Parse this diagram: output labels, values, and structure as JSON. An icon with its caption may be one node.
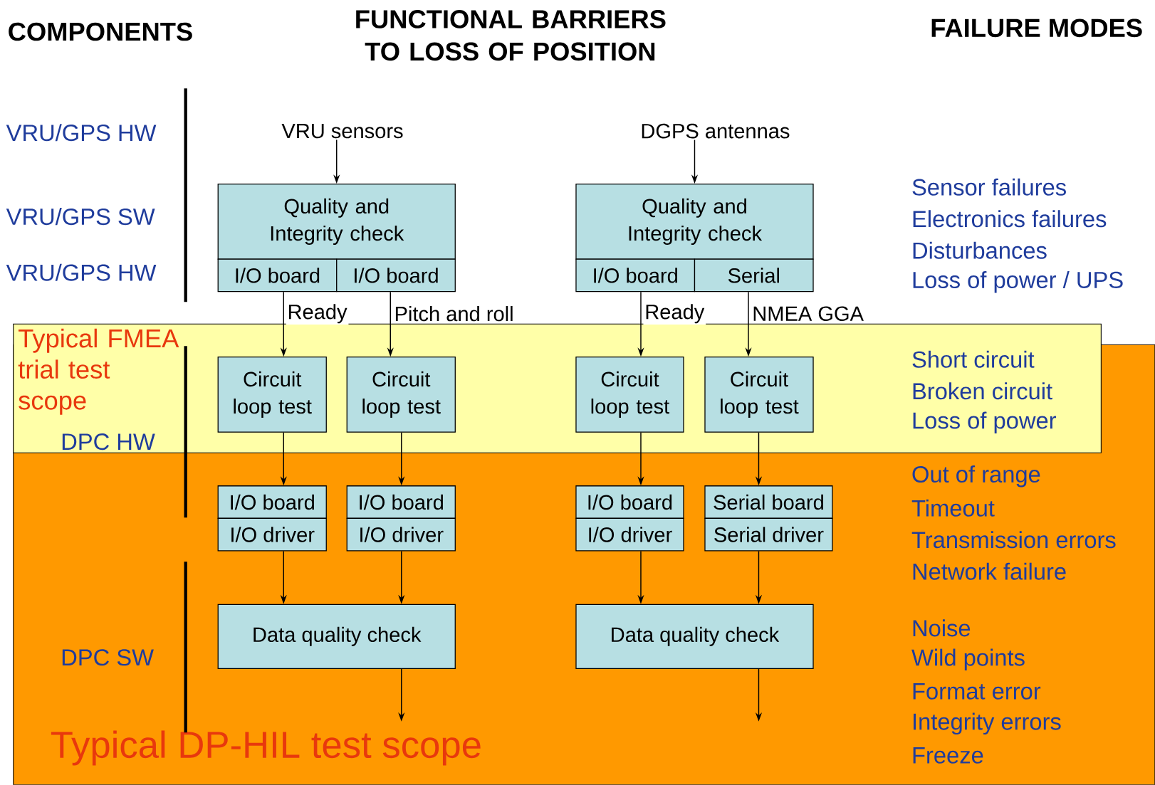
{
  "diagram": {
    "nodes": [
      {
        "text": [
          "Typical FMEA trial test scope"
        ]
      },
      {
        "text": [
          "Typical DP-HIL test scope"
        ]
      },
      {
        "text": [
          "VRU sensors"
        ]
      },
      {
        "text": [
          "DGPS antennas"
        ]
      },
      {
        "text": [
          "Quality and Integrity check"
        ]
      },
      {
        "text": [
          "I/O board"
        ]
      },
      {
        "text": [
          "I/O board"
        ]
      },
      {
        "text": [
          "Quality and Integrity check"
        ]
      },
      {
        "text": [
          "I/O board"
        ]
      },
      {
        "text": [
          "Serial"
        ]
      },
      {
        "text": [
          "Circuit loop test"
        ],
        "in": 0
      },
      {
        "text": [
          "Circuit loop test"
        ],
        "in": 0
      },
      {
        "text": [
          "Circuit loop test"
        ],
        "in": 0
      },
      {
        "text": [
          "Circuit loop test"
        ],
        "in": 0
      },
      {
        "text": [
          "I/O board"
        ],
        "in": 1
      },
      {
        "text": [
          "I/O driver"
        ],
        "in": 1
      },
      {
        "text": [
          "I/O board"
        ],
        "in": 1
      },
      {
        "text": [
          "I/O driver"
        ],
        "in": 1
      },
      {
        "text": [
          "I/O board"
        ],
        "in": 1
      },
      {
        "text": [
          "I/O driver"
        ],
        "in": 1
      },
      {
        "text": [
          "Serial board"
        ],
        "in": 1
      },
      {
        "text": [
          "Serial driver"
        ],
        "in": 1
      },
      {
        "text": [
          "Data quality check"
        ],
        "in": 1
      },
      {
        "text": [
          "Data quality check"
        ],
        "in": 1
      }
    ],
    "edges": [
      {
        "from": 2,
        "to": 4,
        "arrow": "to"
      },
      {
        "from": 3,
        "to": 7,
        "arrow": "to"
      },
      {
        "from": 5,
        "to": 10,
        "arrow": "to",
        "label": "Ready"
      },
      {
        "from": 6,
        "to": 11,
        "arrow": "to",
        "label": "Pitch and roll"
      },
      {
        "from": 8,
        "to": 12,
        "arrow": "to",
        "label": "Ready"
      },
      {
        "from": 9,
        "to": 13,
        "arrow": "to",
        "label": "NMEA GGA"
      },
      {
        "from": 10,
        "to": 14,
        "arrow": "to"
      },
      {
        "from": 11,
        "to": 16,
        "arrow": "to"
      },
      {
        "from": 12,
        "to": 18,
        "arrow": "to"
      },
      {
        "from": 13,
        "to": 20,
        "arrow": "to"
      },
      {
        "from": 15,
        "to": 22,
        "arrow": "to"
      },
      {
        "from": 17,
        "to": 22,
        "arrow": "to"
      },
      {
        "from": 19,
        "to": 23,
        "arrow": "to"
      },
      {
        "from": 21,
        "to": 23,
        "arrow": "to"
      },
      {
        "from": 22,
        "to": null,
        "arrow": "to"
      },
      {
        "from": 23,
        "to": null,
        "arrow": "to"
      }
    ],
    "labels": [
      "COMPONENTS",
      "FUNCTIONAL BARRIERS TO LOSS OF POSITION",
      "FAILURE MODES",
      "VRU/GPS HW",
      "VRU/GPS SW",
      "VRU/GPS HW",
      "DPC HW",
      "DPC SW",
      "Sensor failures",
      "Electronics failures",
      "Disturbances",
      "Loss of power / UPS",
      "Short circuit",
      "Broken circuit",
      "Loss of power",
      "Out of range",
      "Timeout",
      "Transmission errors",
      "Network failure",
      "Noise",
      "Wild points",
      "Format error",
      "Integrity errors",
      "Freeze"
    ]
  }
}
